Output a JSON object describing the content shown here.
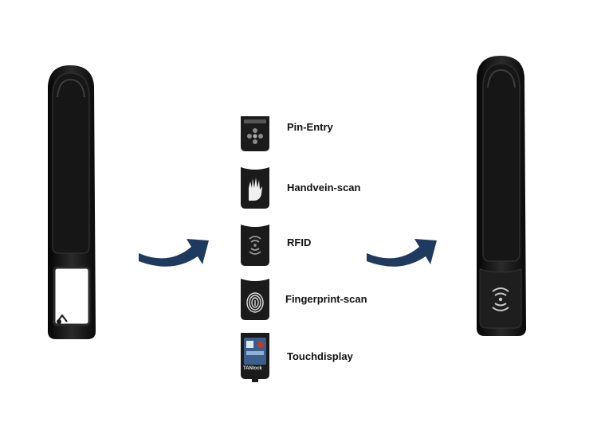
{
  "modules": [
    {
      "label": "Pin-Entry",
      "icon": "keypad-icon"
    },
    {
      "label": "Handvein-scan",
      "icon": "hand-icon"
    },
    {
      "label": "RFID",
      "icon": "rfid-icon"
    },
    {
      "label": "Fingerprint-scan",
      "icon": "fingerprint-icon"
    },
    {
      "label": "Touchdisplay",
      "icon": "touchscreen-icon"
    }
  ],
  "touchdisplay_brand": "TANlock",
  "colors": {
    "arrow": "#1f3a5f",
    "handle": "#141414",
    "handle_highlight": "#3a3a3a",
    "label": "#111111",
    "background": "#ffffff"
  }
}
